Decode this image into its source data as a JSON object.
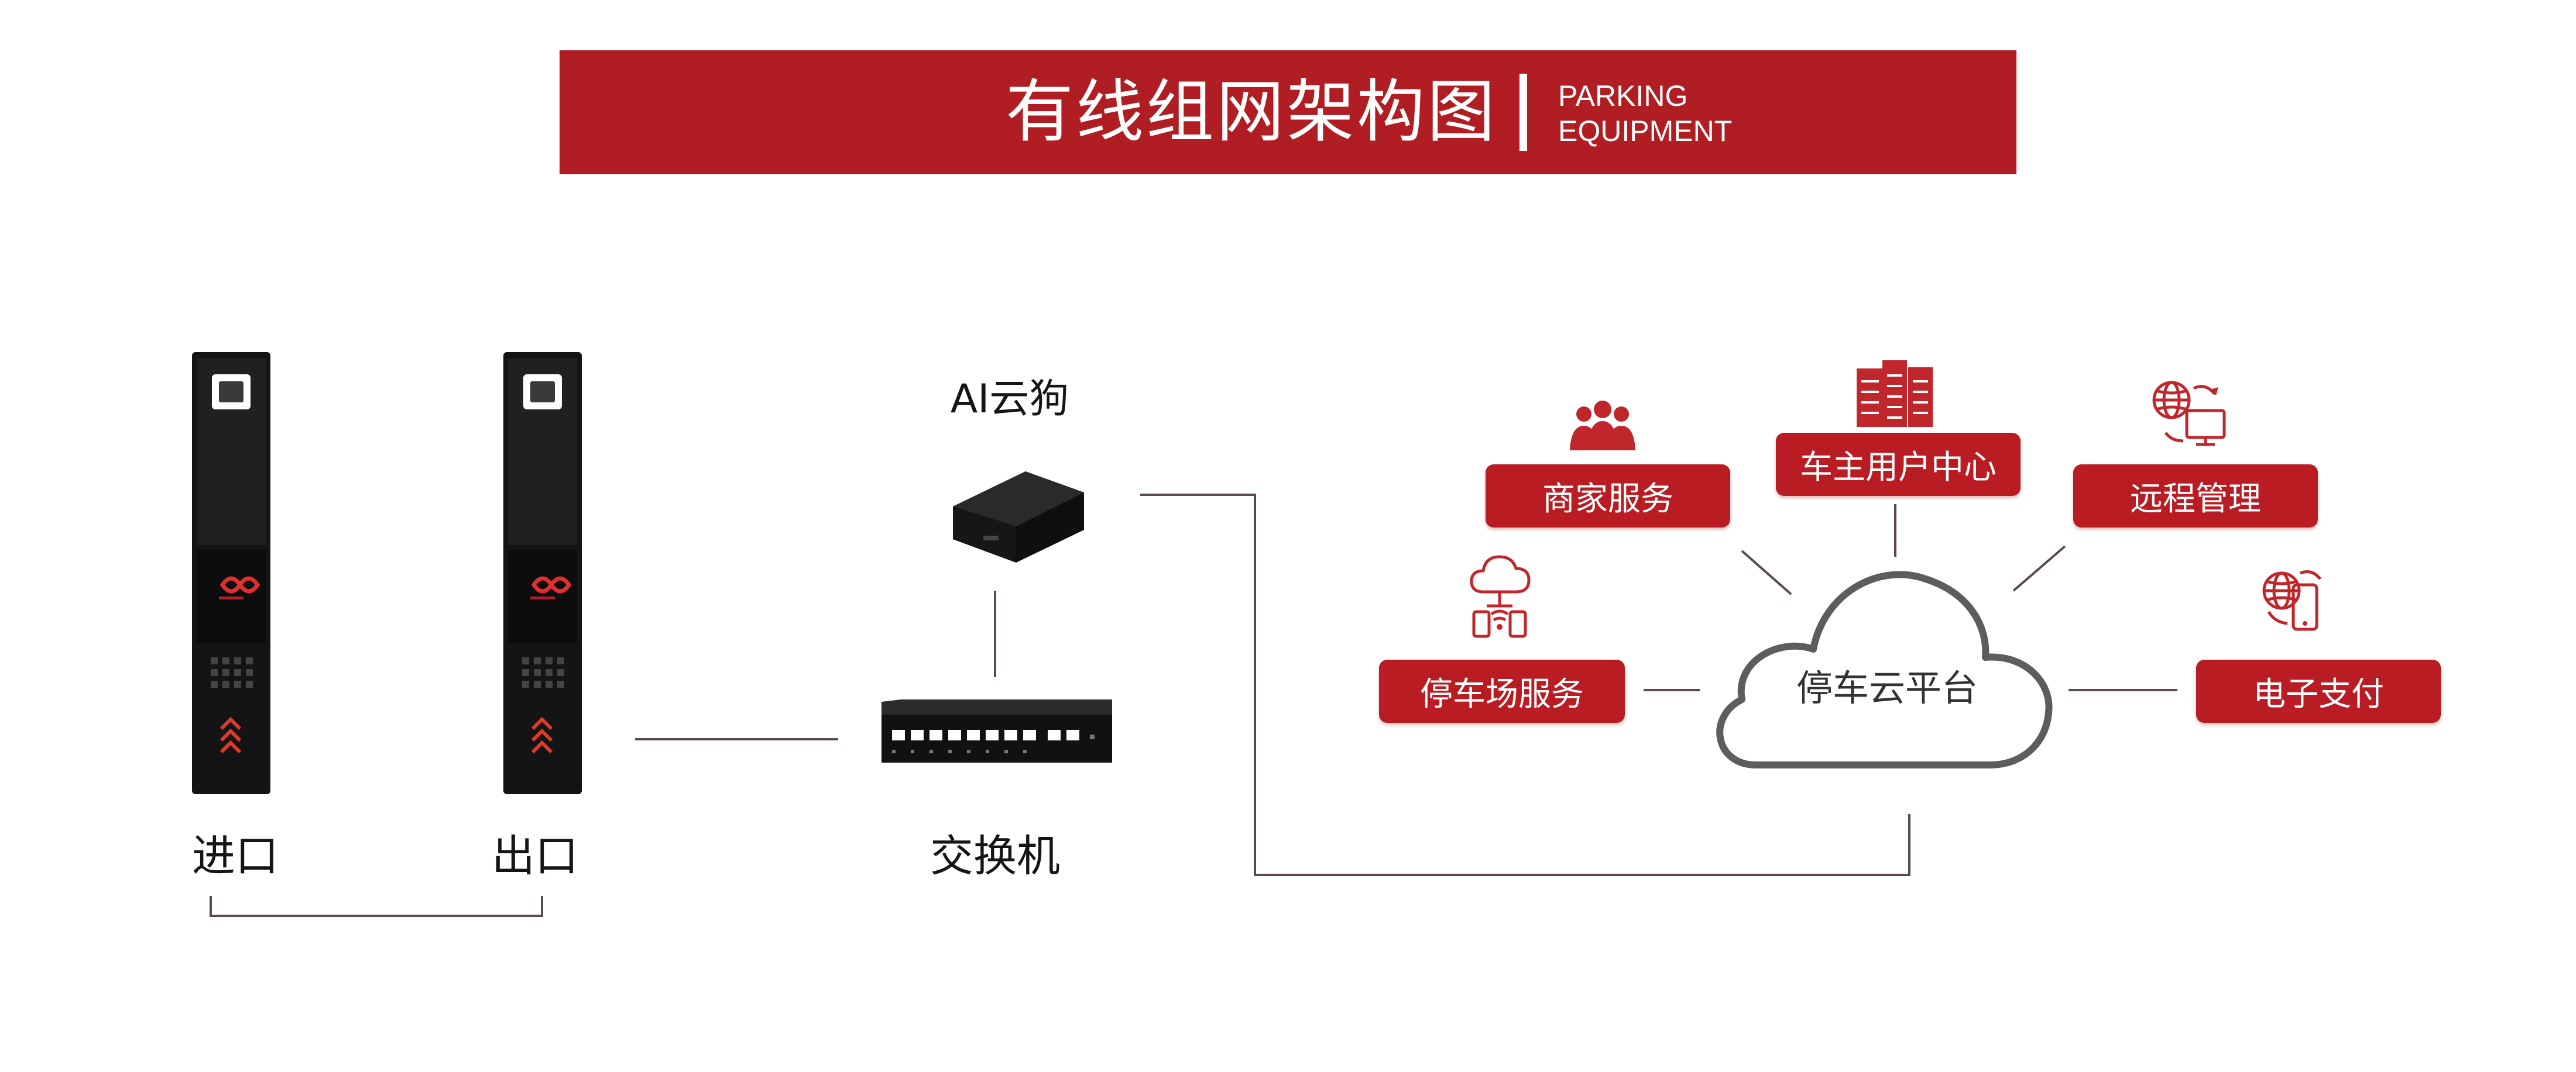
{
  "header": {
    "title": "有线组网架构图",
    "subtitle_line1": "PARKING",
    "subtitle_line2": "EQUIPMENT",
    "brand_color": "#b01e24"
  },
  "devices": {
    "entrance_label": "进口",
    "exit_label": "出口",
    "ai_box_label": "AI云狗",
    "switch_label": "交换机"
  },
  "cloud": {
    "label": "停车云平台"
  },
  "services": {
    "merchant": "商家服务",
    "owner_center": "车主用户中心",
    "remote": "远程管理",
    "parking_lot": "停车场服务",
    "payment": "电子支付"
  },
  "colors": {
    "accent": "#b91c22",
    "line": "#5a4a4a",
    "device": "#1a1a1a"
  },
  "icons": {
    "merchant": "people-icon",
    "owner_center": "server-icon",
    "remote": "remote-monitor-icon",
    "parking_lot": "cloud-devices-icon",
    "payment": "mobile-payment-icon"
  }
}
